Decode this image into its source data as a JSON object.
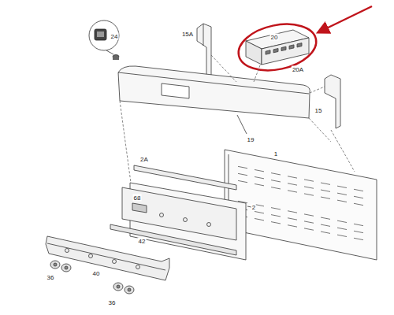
{
  "diagram": {
    "labels": [
      "24",
      "15A",
      "20",
      "20A",
      "15",
      "19",
      "1",
      "2A",
      "68",
      "2",
      "42",
      "36",
      "40",
      "36"
    ]
  }
}
